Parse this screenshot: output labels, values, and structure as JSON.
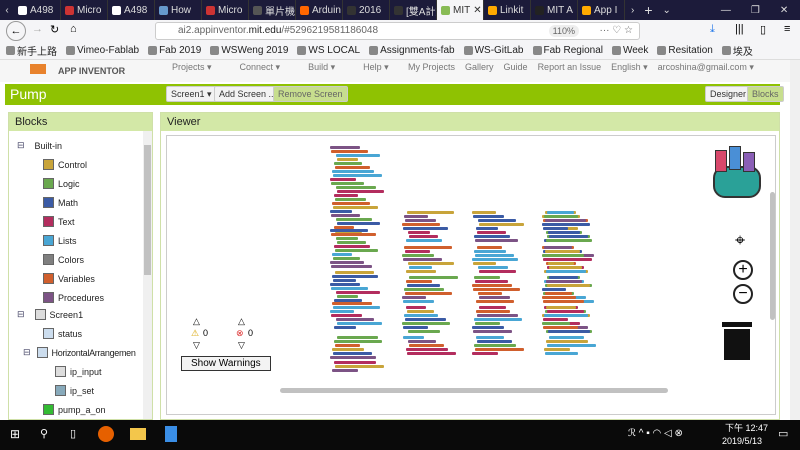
{
  "browser": {
    "tabs": [
      {
        "label": "A498",
        "color": "#fff"
      },
      {
        "label": "Micro",
        "color": "#c33"
      },
      {
        "label": "A498",
        "color": "#fff"
      },
      {
        "label": "How",
        "color": "#69c"
      },
      {
        "label": "Micro",
        "color": "#c33"
      },
      {
        "label": "單片機學",
        "color": "#555"
      },
      {
        "label": "Arduin",
        "color": "#f60"
      },
      {
        "label": "2016",
        "color": "#333"
      },
      {
        "label": "[雙A計劃]",
        "color": "#333"
      },
      {
        "label": "MIT",
        "color": "#8b5",
        "active": true
      },
      {
        "label": "Linkit",
        "color": "#fa0"
      },
      {
        "label": "MIT A",
        "color": "#222"
      },
      {
        "label": "App I",
        "color": "#fa0"
      }
    ],
    "url_prefix": "ai2.appinventor.",
    "url_domain": "mit.edu",
    "url_rest": "/#5296219581186048",
    "zoom": "110%",
    "bookmarks": [
      "新手上路",
      "Vimeo-Fablab",
      "Fab 2019",
      "WSWeng 2019",
      "WS LOCAL",
      "Assignments-fab",
      "WS-GitLab",
      "Fab Regional",
      "Week",
      "Resitation",
      "埃及"
    ]
  },
  "app": {
    "logo": "APP INVENTOR",
    "menu": [
      "Projects ▾",
      "Connect ▾",
      "Build ▾",
      "Help ▾"
    ],
    "right_menu": [
      "My Projects",
      "Gallery",
      "Guide",
      "Report an Issue",
      "English ▾",
      "arcoshina@gmail.com ▾"
    ],
    "project": "Pump",
    "screen_select": "Screen1 ▾",
    "add_screen": "Add Screen ...",
    "remove_screen": "Remove Screen",
    "designer": "Designer",
    "blocks_btn": "Blocks"
  },
  "blocks_panel": {
    "title": "Blocks",
    "builtin": "Built-in",
    "builtin_items": [
      {
        "label": "Control",
        "color": "#c8a43a"
      },
      {
        "label": "Logic",
        "color": "#6aa84f"
      },
      {
        "label": "Math",
        "color": "#3b5ba5"
      },
      {
        "label": "Text",
        "color": "#b32d5e"
      },
      {
        "label": "Lists",
        "color": "#49a6d4"
      },
      {
        "label": "Colors",
        "color": "#7f7f7f"
      },
      {
        "label": "Variables",
        "color": "#d05f2d"
      },
      {
        "label": "Procedures",
        "color": "#7c5385"
      }
    ],
    "screen": "Screen1",
    "components": [
      "status",
      "HorizontalArrangemen",
      "ip_input",
      "ip_set",
      "pump_a_on"
    ]
  },
  "viewer": {
    "title": "Viewer",
    "warnings": "0",
    "errors": "0",
    "show_warnings": "Show Warnings"
  },
  "taskbar": {
    "time": "下午 12:47",
    "date": "2019/5/13"
  }
}
